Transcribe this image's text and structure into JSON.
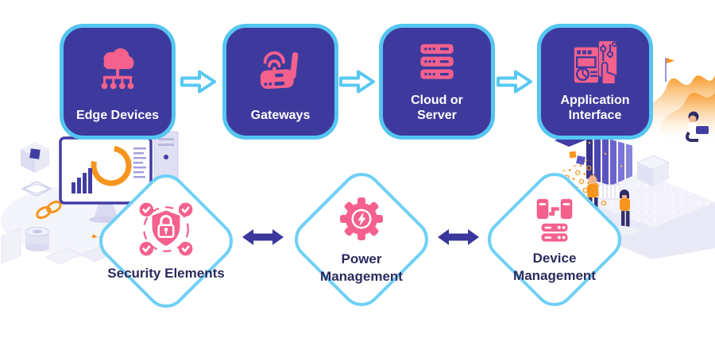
{
  "flow_nodes": [
    {
      "label": "Edge Devices",
      "icon": "cloud-network-icon"
    },
    {
      "label": "Gateways",
      "icon": "wireless-gateway-icon"
    },
    {
      "label": "Cloud or Server",
      "icon": "server-stack-icon"
    },
    {
      "label": "Application Interface",
      "icon": "app-dashboard-hand-icon"
    }
  ],
  "management_nodes": [
    {
      "label": "Security Elements",
      "icon": "shield-lock-icon"
    },
    {
      "label": "Power Management",
      "icon": "gear-lightning-icon"
    },
    {
      "label": "Device Management",
      "icon": "device-server-icon"
    }
  ],
  "connectors": {
    "flow_arrow_style": "hollow-right-arrow",
    "management_arrow_style": "solid-double-headed-arrow"
  },
  "colors": {
    "node_fill": "#3E3A9D",
    "node_border": "#55C6F2",
    "icon_pink": "#F4618D",
    "icon_detail": "#3E3A9D",
    "diamond_border": "#6FD0F6",
    "diamond_text": "#2B2A5C",
    "flow_arrow": "#59C8F3",
    "double_arrow": "#39379B",
    "bg": "#FFFFFF"
  }
}
